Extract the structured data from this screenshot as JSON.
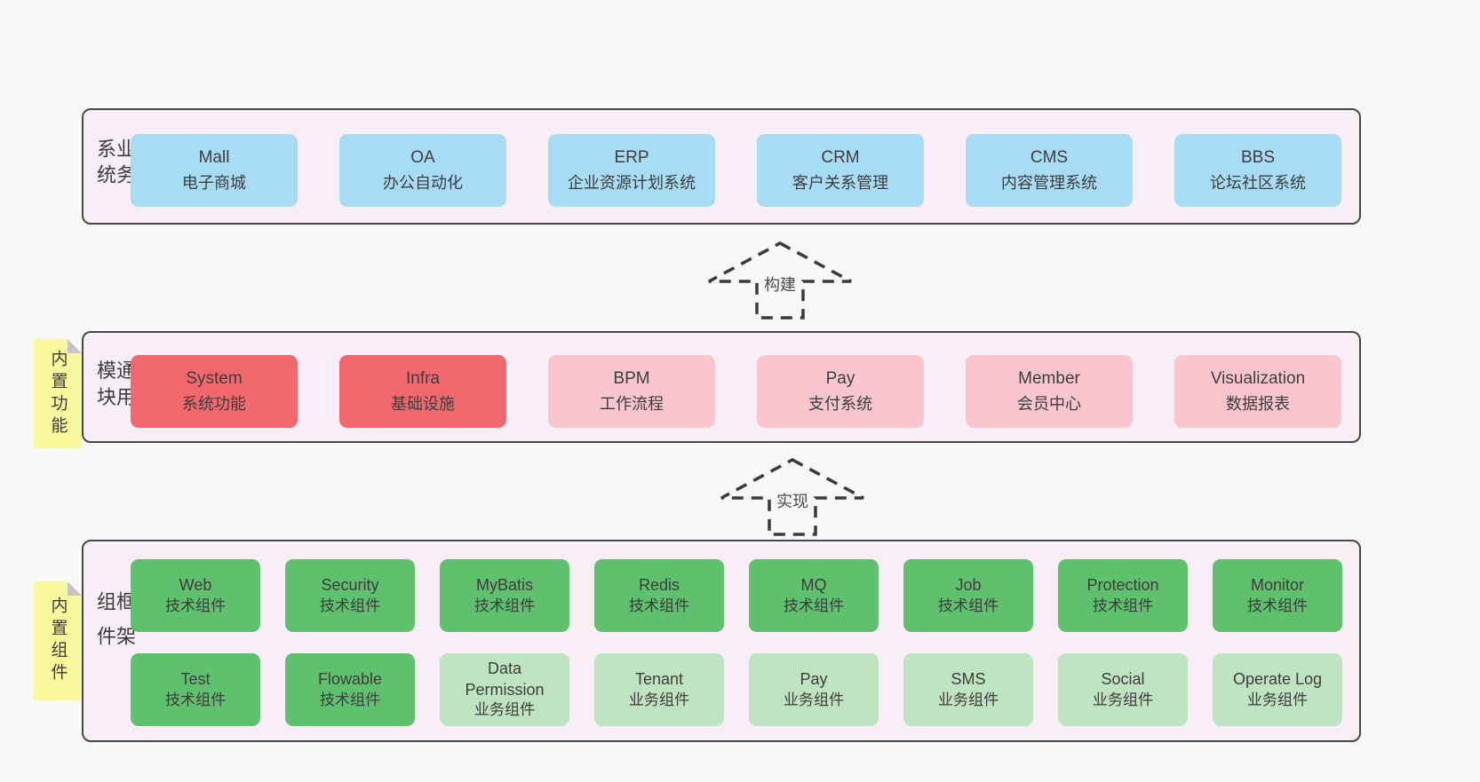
{
  "colors": {
    "blue": "#a8dcf4",
    "red": "#f1696e",
    "pink": "#f9c6cf",
    "green": "#5fc06e",
    "green_light": "#bee4c1",
    "note_yellow": "#fbf99e",
    "panel_bg": "#f7eef6",
    "page_bg": "#f8f8f8"
  },
  "sections": [
    {
      "key": "business-systems",
      "panel_label": "业务系统",
      "rows": [
        [
          {
            "en": "Mall",
            "zh": "电子商城",
            "color": "blue"
          },
          {
            "en": "OA",
            "zh": "办公自动化",
            "color": "blue"
          },
          {
            "en": "ERP",
            "zh": "企业资源计划系统",
            "color": "blue"
          },
          {
            "en": "CRM",
            "zh": "客户关系管理",
            "color": "blue"
          },
          {
            "en": "CMS",
            "zh": "内容管理系统",
            "color": "blue"
          },
          {
            "en": "BBS",
            "zh": "论坛社区系统",
            "color": "blue"
          }
        ]
      ]
    },
    {
      "key": "common-modules",
      "panel_label": "通用模块",
      "rows": [
        [
          {
            "en": "System",
            "zh": "系统功能",
            "color": "red"
          },
          {
            "en": "Infra",
            "zh": "基础设施",
            "color": "red"
          },
          {
            "en": "BPM",
            "zh": "工作流程",
            "color": "pink"
          },
          {
            "en": "Pay",
            "zh": "支付系统",
            "color": "pink"
          },
          {
            "en": "Member",
            "zh": "会员中心",
            "color": "pink"
          },
          {
            "en": "Visualization",
            "zh": "数据报表",
            "color": "pink"
          }
        ]
      ]
    },
    {
      "key": "framework-components",
      "panel_label": "框架组件",
      "rows": [
        [
          {
            "en": "Web",
            "zh": "技术组件",
            "color": "green"
          },
          {
            "en": "Security",
            "zh": "技术组件",
            "color": "green"
          },
          {
            "en": "MyBatis",
            "zh": "技术组件",
            "color": "green"
          },
          {
            "en": "Redis",
            "zh": "技术组件",
            "color": "green"
          },
          {
            "en": "MQ",
            "zh": "技术组件",
            "color": "green"
          },
          {
            "en": "Job",
            "zh": "技术组件",
            "color": "green"
          },
          {
            "en": "Protection",
            "zh": "技术组件",
            "color": "green"
          },
          {
            "en": "Monitor",
            "zh": "技术组件",
            "color": "green"
          }
        ],
        [
          {
            "en": "Test",
            "zh": "技术组件",
            "color": "green"
          },
          {
            "en": "Flowable",
            "zh": "技术组件",
            "color": "green"
          },
          {
            "en": "Data Permission",
            "zh": "业务组件",
            "color": "green_light"
          },
          {
            "en": "Tenant",
            "zh": "业务组件",
            "color": "green_light"
          },
          {
            "en": "Pay",
            "zh": "业务组件",
            "color": "green_light"
          },
          {
            "en": "SMS",
            "zh": "业务组件",
            "color": "green_light"
          },
          {
            "en": "Social",
            "zh": "业务组件",
            "color": "green_light"
          },
          {
            "en": "Operate Log",
            "zh": "业务组件",
            "color": "green_light"
          }
        ]
      ]
    }
  ],
  "notes": [
    {
      "label": "内置功能"
    },
    {
      "label": "内置组件"
    }
  ],
  "arrows": [
    {
      "label": "构建"
    },
    {
      "label": "实现"
    }
  ]
}
